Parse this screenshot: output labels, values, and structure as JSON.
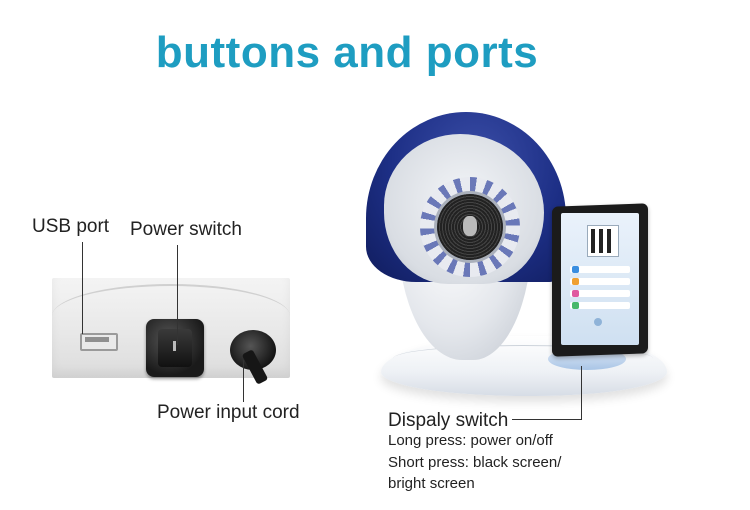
{
  "title": "buttons and ports",
  "labels": {
    "usb": "USB port",
    "power_switch": "Power switch",
    "power_cord": "Power input cord",
    "display_switch": "Dispaly switch",
    "long_press": "Long press: power on/off",
    "short_press_1": "Short press: black screen/",
    "short_press_2": "bright screen"
  },
  "colors": {
    "title": "#1e9dc1",
    "hood": "#1d2f86"
  }
}
